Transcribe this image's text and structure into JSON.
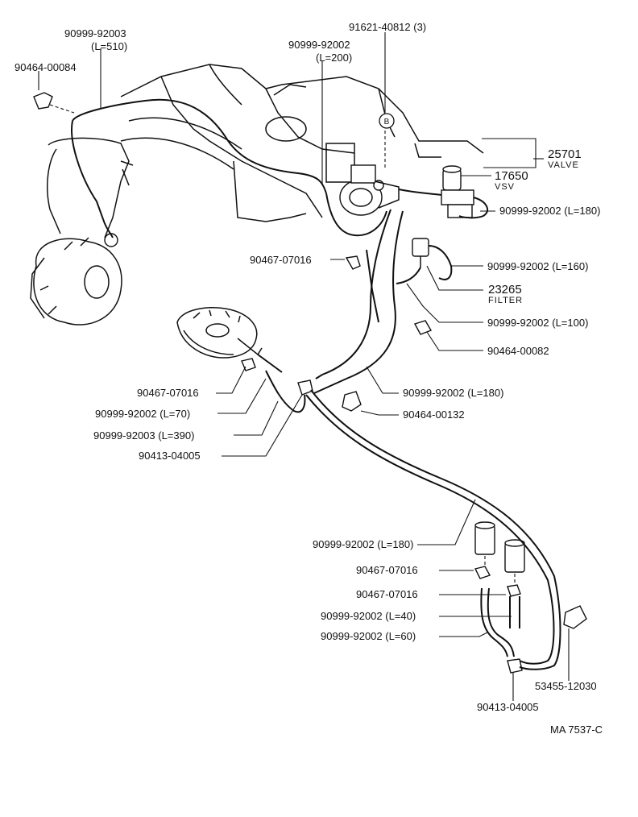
{
  "labels": {
    "p_92003_510": "90999-92003",
    "p_92003_510_len": "(L=510)",
    "p_00084": "90464-00084",
    "p_92002_200": "90999-92002",
    "p_92002_200_len": "(L=200)",
    "p_40812": "91621-40812 (3)",
    "p_marker_b": "B",
    "p_25701": "25701",
    "p_25701_sub": "VALVE",
    "p_17650": "17650",
    "p_17650_sub": "VSV",
    "p_92002_180a": "90999-92002 (L=180)",
    "p_07016_a": "90467-07016",
    "p_92002_160": "90999-92002 (L=160)",
    "p_23265": "23265",
    "p_23265_sub": "FILTER",
    "p_92002_100": "90999-92002 (L=100)",
    "p_00082": "90464-00082",
    "p_07016_b": "90467-07016",
    "p_92002_180b": "90999-92002 (L=180)",
    "p_92002_70": "90999-92002 (L=70)",
    "p_00132": "90464-00132",
    "p_92003_390": "90999-92003 (L=390)",
    "p_04005_a": "90413-04005",
    "p_92002_180c": "90999-92002 (L=180)",
    "p_07016_c": "90467-07016",
    "p_07016_d": "90467-07016",
    "p_92002_40": "90999-92002 (L=40)",
    "p_92002_60": "90999-92002 (L=60)",
    "p_12030": "53455-12030",
    "p_04005_b": "90413-04005",
    "drawing_code": "MA  7537-C"
  }
}
